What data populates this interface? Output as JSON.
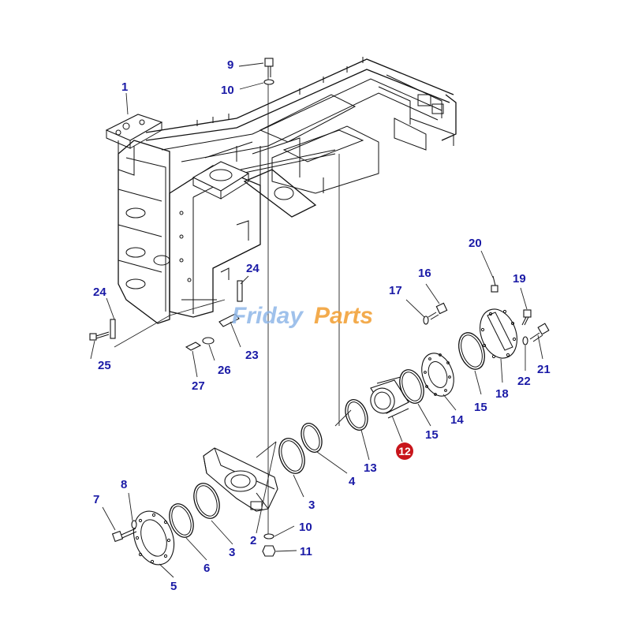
{
  "watermark": {
    "part1": "Friday",
    "part2": "Parts"
  },
  "colors": {
    "callout": "#1a1aa6",
    "highlight": "#c8151b",
    "watermark_blue": "#8fb7e8",
    "watermark_orange": "#f2a23a"
  },
  "callouts": {
    "c1": "1",
    "c2": "2",
    "c3a": "3",
    "c3b": "3",
    "c4": "4",
    "c5": "5",
    "c6": "6",
    "c7": "7",
    "c8": "8",
    "c9": "9",
    "c10a": "10",
    "c10b": "10",
    "c11": "11",
    "c12": "12",
    "c13": "13",
    "c14": "14",
    "c15a": "15",
    "c15b": "15",
    "c16": "16",
    "c17": "17",
    "c18": "18",
    "c19": "19",
    "c20": "20",
    "c21": "21",
    "c22": "22",
    "c23": "23",
    "c24a": "24",
    "c24b": "24",
    "c25": "25",
    "c26": "26",
    "c27": "27"
  }
}
